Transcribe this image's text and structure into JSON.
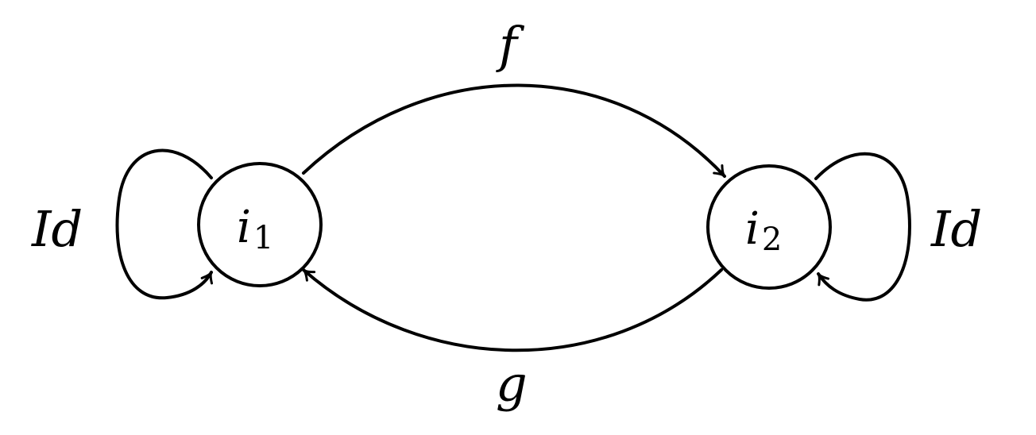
{
  "nodes": {
    "i1": {
      "main": "i",
      "sub": "1"
    },
    "i2": {
      "main": "i",
      "sub": "2"
    }
  },
  "edges": {
    "f": {
      "label": "f",
      "from": "i1",
      "to": "i2"
    },
    "g": {
      "label": "g",
      "from": "i2",
      "to": "i1"
    },
    "loop_i1": {
      "label": "Id",
      "node": "i1"
    },
    "loop_i2": {
      "label": "Id",
      "node": "i2"
    }
  },
  "colors": {
    "stroke": "#000000",
    "background": "#ffffff"
  }
}
